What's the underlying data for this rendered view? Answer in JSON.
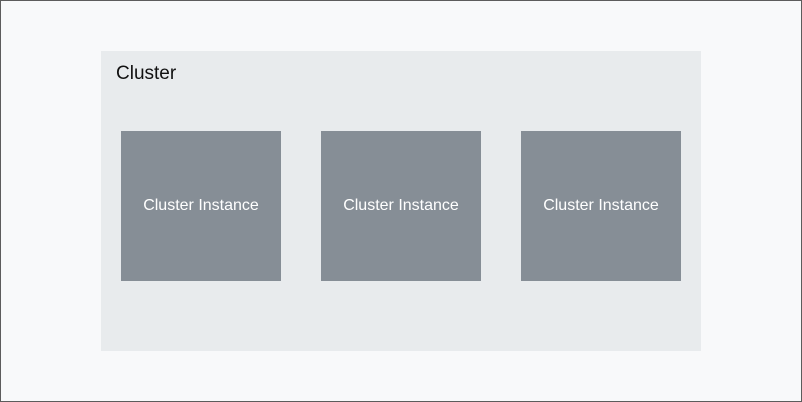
{
  "cluster": {
    "label": "Cluster",
    "instances": [
      {
        "label": "Cluster Instance"
      },
      {
        "label": "Cluster Instance"
      },
      {
        "label": "Cluster Instance"
      }
    ]
  },
  "colors": {
    "canvas_background": "#f8f9fa",
    "cluster_background": "#e8ebed",
    "instance_background": "#868e96",
    "instance_text": "#ffffff",
    "label_text": "#111111"
  }
}
